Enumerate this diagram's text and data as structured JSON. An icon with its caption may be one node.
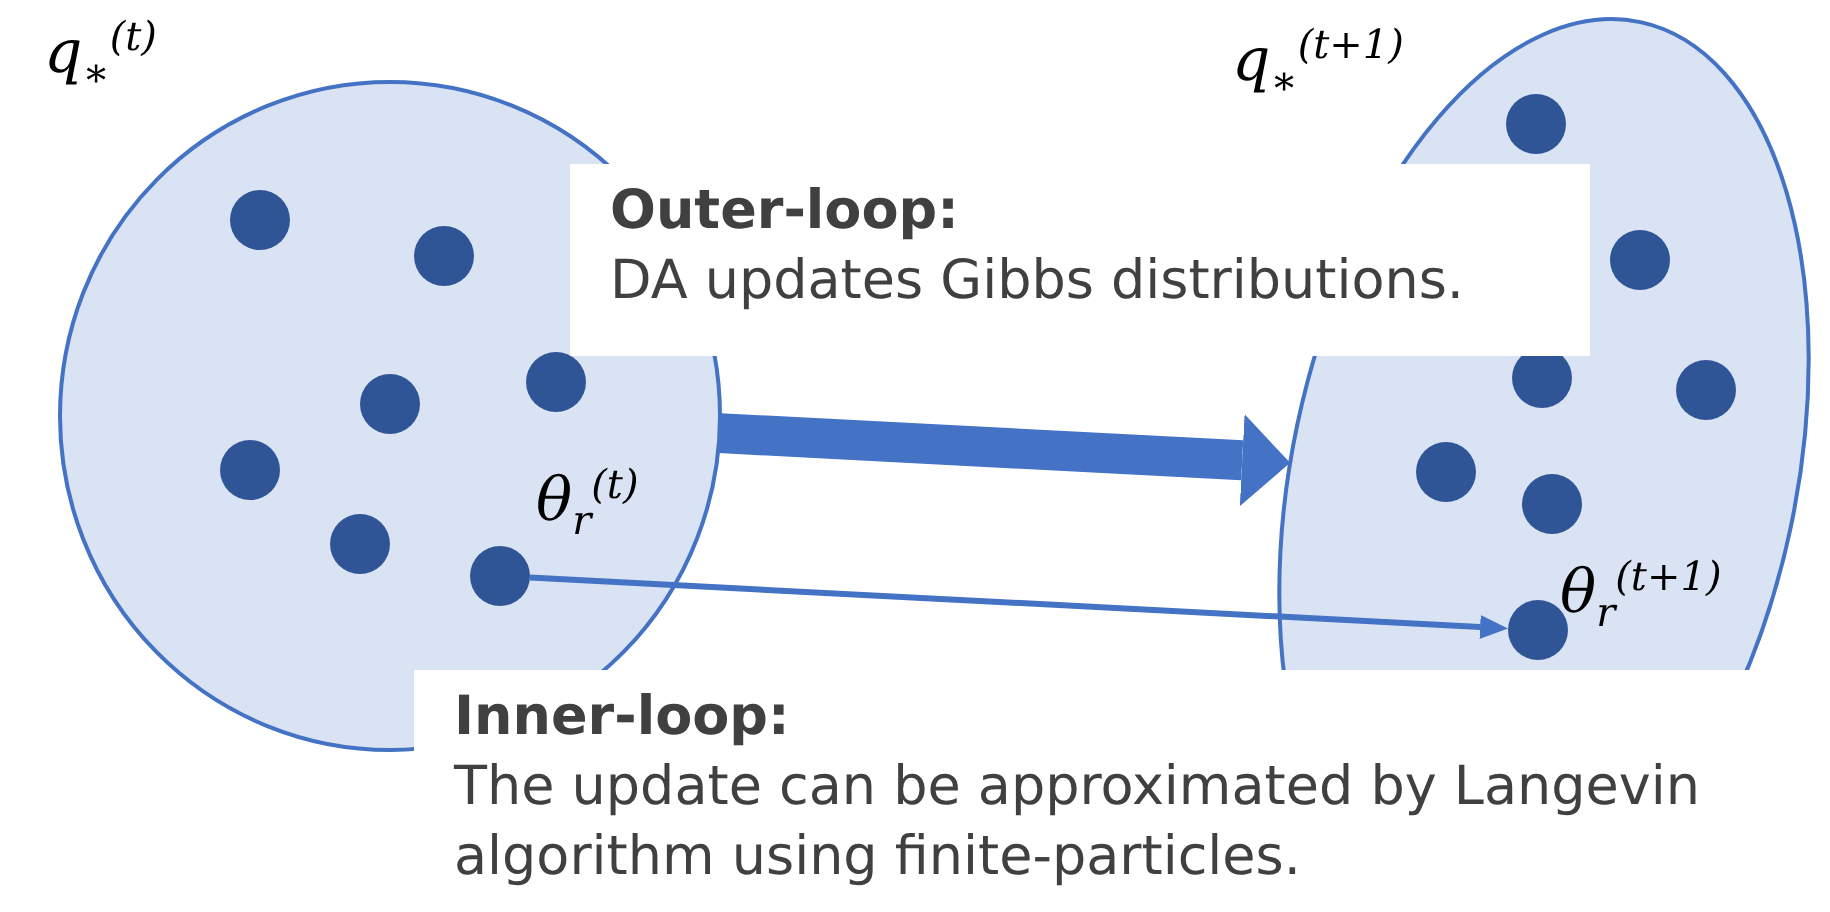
{
  "diagram": {
    "nodes": [
      {
        "text": [
          "q$_{∗}$$^{(t)}$"
        ]
      },
      {
        "text": [],
        "shape": "circle",
        "in": 0
      },
      {
        "text": [],
        "shape": "circle",
        "in": 0
      },
      {
        "text": [],
        "shape": "circle",
        "in": 0
      },
      {
        "text": [],
        "shape": "circle",
        "in": 0
      },
      {
        "text": [],
        "shape": "circle",
        "in": 0
      },
      {
        "text": [],
        "shape": "circle",
        "in": 0
      },
      {
        "text": [],
        "shape": "circle",
        "in": 0,
        "beside": [
          "θ$_{r}$$^{(t)}$"
        ]
      },
      {
        "text": [
          "Outer-loop:",
          "DA updates Gibbs distributions."
        ]
      },
      {
        "text": [
          "q$_{∗}$$^{(t+1)}$"
        ]
      },
      {
        "text": [],
        "shape": "circle",
        "in": 9
      },
      {
        "text": [],
        "shape": "circle",
        "in": 9
      },
      {
        "text": [],
        "shape": "circle",
        "in": 9
      },
      {
        "text": [],
        "shape": "circle",
        "in": 9
      },
      {
        "text": [],
        "shape": "circle",
        "in": 9
      },
      {
        "text": [],
        "shape": "circle",
        "in": 9
      },
      {
        "text": [],
        "shape": "circle",
        "in": 9,
        "beside": [
          "θ$_{r}$$^{(t+1)}$"
        ]
      },
      {
        "text": [
          "Inner-loop:",
          "The update can be approximated by Langevin algorithm using finite-particles."
        ]
      }
    ],
    "edges": [
      {
        "from": 0,
        "to": 9,
        "arrow": "to",
        "style": "thick"
      },
      {
        "from": 7,
        "to": 16,
        "arrow": "to"
      }
    ]
  }
}
